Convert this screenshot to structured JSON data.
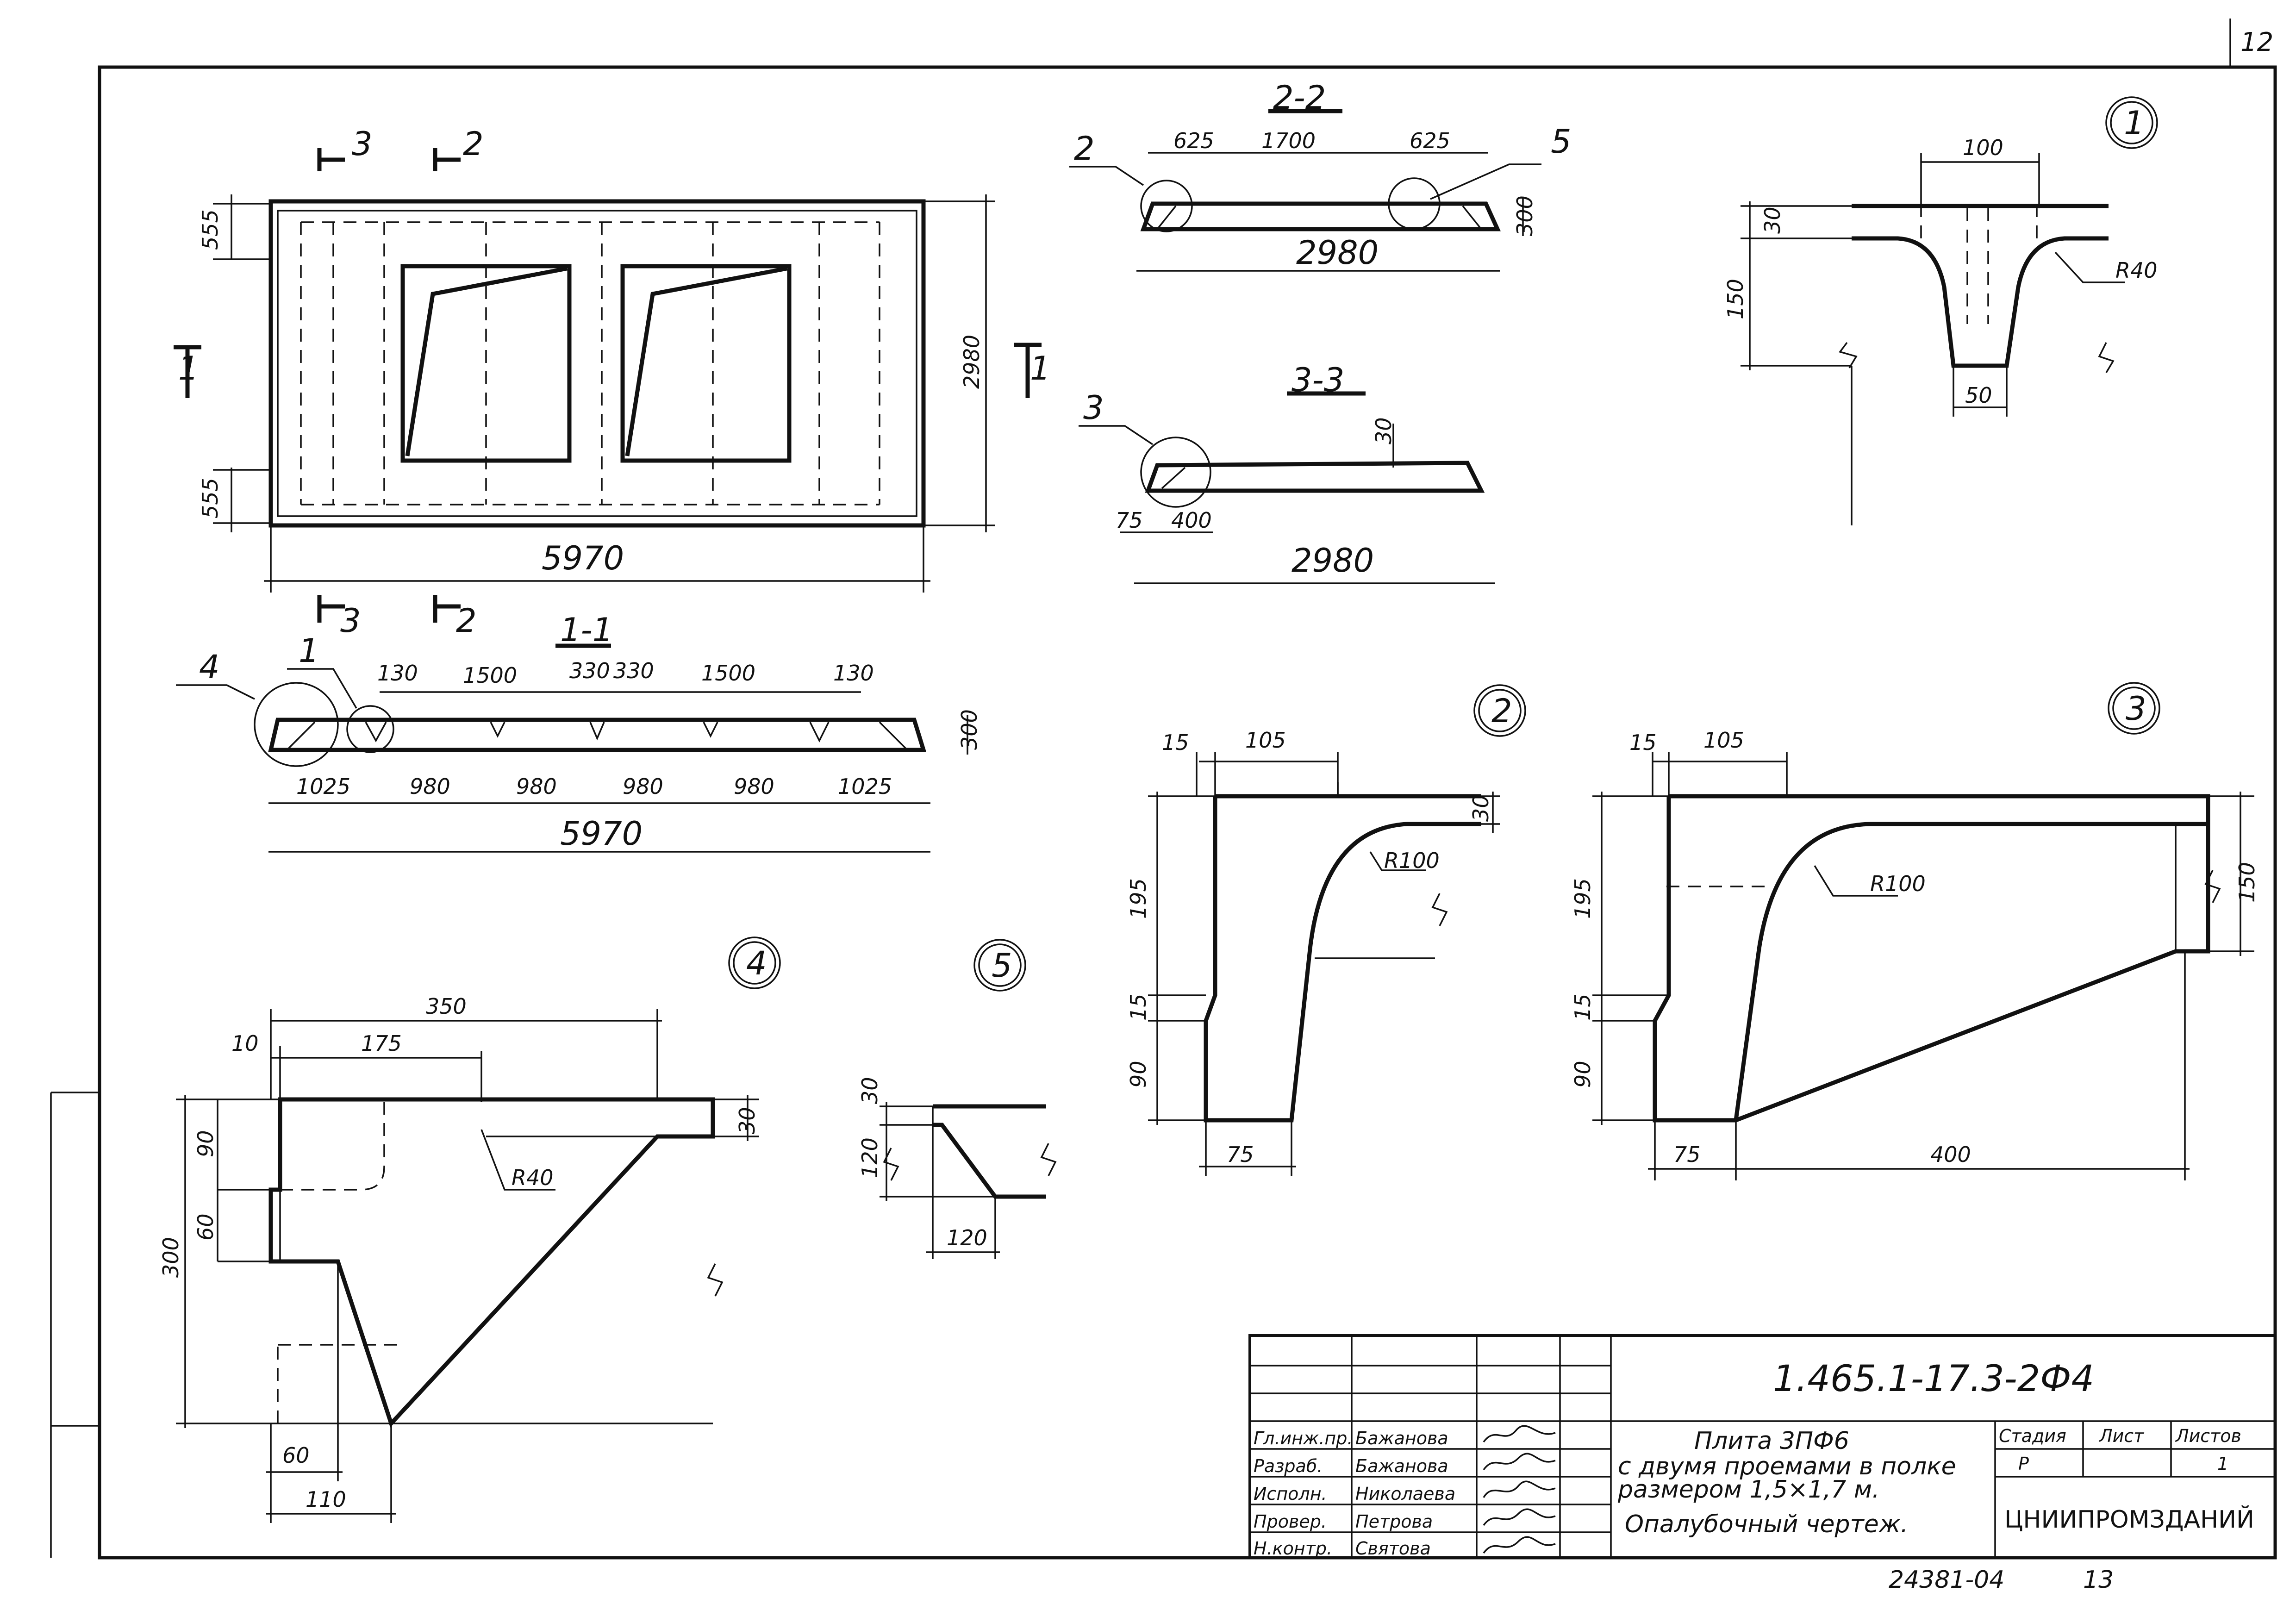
{
  "sheet": {
    "sheet_number": "12",
    "footer_code": "24381-04",
    "footer_page": "13"
  },
  "plan_view": {
    "section_marks": {
      "s1": "1",
      "s2": "2",
      "s3": "3"
    },
    "dims": {
      "top_edge": "555",
      "bottom_edge": "555",
      "width": "2980",
      "length": "5970"
    }
  },
  "section_1_1": {
    "title": "1-1",
    "callouts": {
      "c1": "1",
      "c4": "4"
    },
    "top_dims": [
      "130",
      "1500",
      "330",
      "330",
      "1500",
      "130"
    ],
    "bottom_dims": [
      "1025",
      "980",
      "980",
      "980",
      "980",
      "1025"
    ],
    "total": "5970",
    "height": "300"
  },
  "section_2_2": {
    "title": "2-2",
    "callouts": {
      "c2": "2",
      "c5": "5"
    },
    "top_dims": [
      "625",
      "1700",
      "625"
    ],
    "total": "2980",
    "height": "300"
  },
  "section_3_3": {
    "title": "3-3",
    "callout": "3",
    "dims": {
      "top": "30",
      "left": "75",
      "flange": "400",
      "total": "2980"
    }
  },
  "detail_1": {
    "number": "1",
    "dims": {
      "top": "100",
      "flange": "30",
      "height": "150",
      "radius": "R40",
      "bottom": "50"
    }
  },
  "detail_2": {
    "number": "2",
    "dims": {
      "d15": "15",
      "d105": "105",
      "d30": "30",
      "radius": "R100",
      "d195": "195",
      "d15b": "15",
      "d90": "90",
      "d75": "75"
    }
  },
  "detail_3": {
    "number": "3",
    "dims": {
      "d15": "15",
      "d105": "105",
      "d150": "150",
      "radius": "R100",
      "d195": "195",
      "d15b": "15",
      "d90": "90",
      "d75": "75",
      "d400": "400"
    }
  },
  "detail_4": {
    "number": "4",
    "dims": {
      "d350": "350",
      "d10": "10",
      "d175": "175",
      "d30": "30",
      "d90": "90",
      "radius": "R40",
      "d60": "60",
      "d300": "300",
      "d60b": "60",
      "d110": "110"
    }
  },
  "detail_5": {
    "number": "5",
    "dims": {
      "d30": "30",
      "d120": "120",
      "d120b": "120"
    }
  },
  "title_block": {
    "code": "1.465.1-17.3-2Ф4",
    "roles": [
      "Гл.инж.пр.",
      "Разраб.",
      "Исполн.",
      "Провер.",
      "Н.контр."
    ],
    "names": [
      "Бажанова",
      "Бажанова",
      "Николаева",
      "Петрова",
      "Святова"
    ],
    "product_line1": "Плита 3ПФ6",
    "product_line2": "с двумя проемами в полке",
    "product_line3": "размером 1,5×1,7 м.",
    "product_line4": "Опалубочный чертеж.",
    "stage_label": "Стадия",
    "sheet_label": "Лист",
    "sheets_label": "Листов",
    "stage": "Р",
    "sheet_no": "",
    "sheets_count": "1",
    "organization": "ЦНИИПРОМЗДАНИЙ"
  }
}
